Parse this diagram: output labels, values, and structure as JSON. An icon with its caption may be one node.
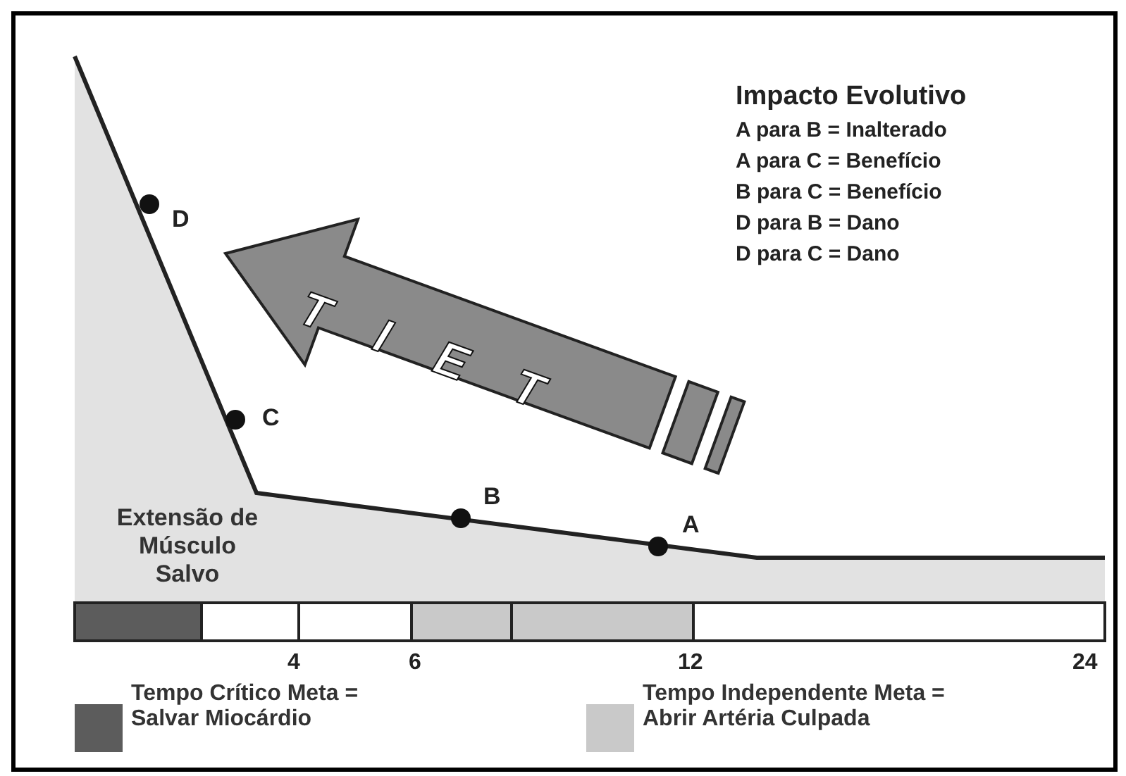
{
  "diagram": {
    "labels": [
      "Impacto Evolutivo",
      "A para B = Inalterado",
      "A para C = Benefício",
      "B para C = Benefício",
      "D para B = Dano",
      "D para C = Dano",
      "D",
      "TIET",
      "C",
      "B",
      "A",
      "Extensão de Músculo Salvo",
      "4",
      "6",
      "12",
      "24"
    ],
    "legend": [
      {
        "text": "Tempo Crítico Meta = Salvar Miocárdio",
        "color": "#5c5c5c"
      },
      {
        "text": "Tempo Independente Meta = Abrir Artéria Culpada",
        "color": "#c9c9c9"
      }
    ]
  }
}
